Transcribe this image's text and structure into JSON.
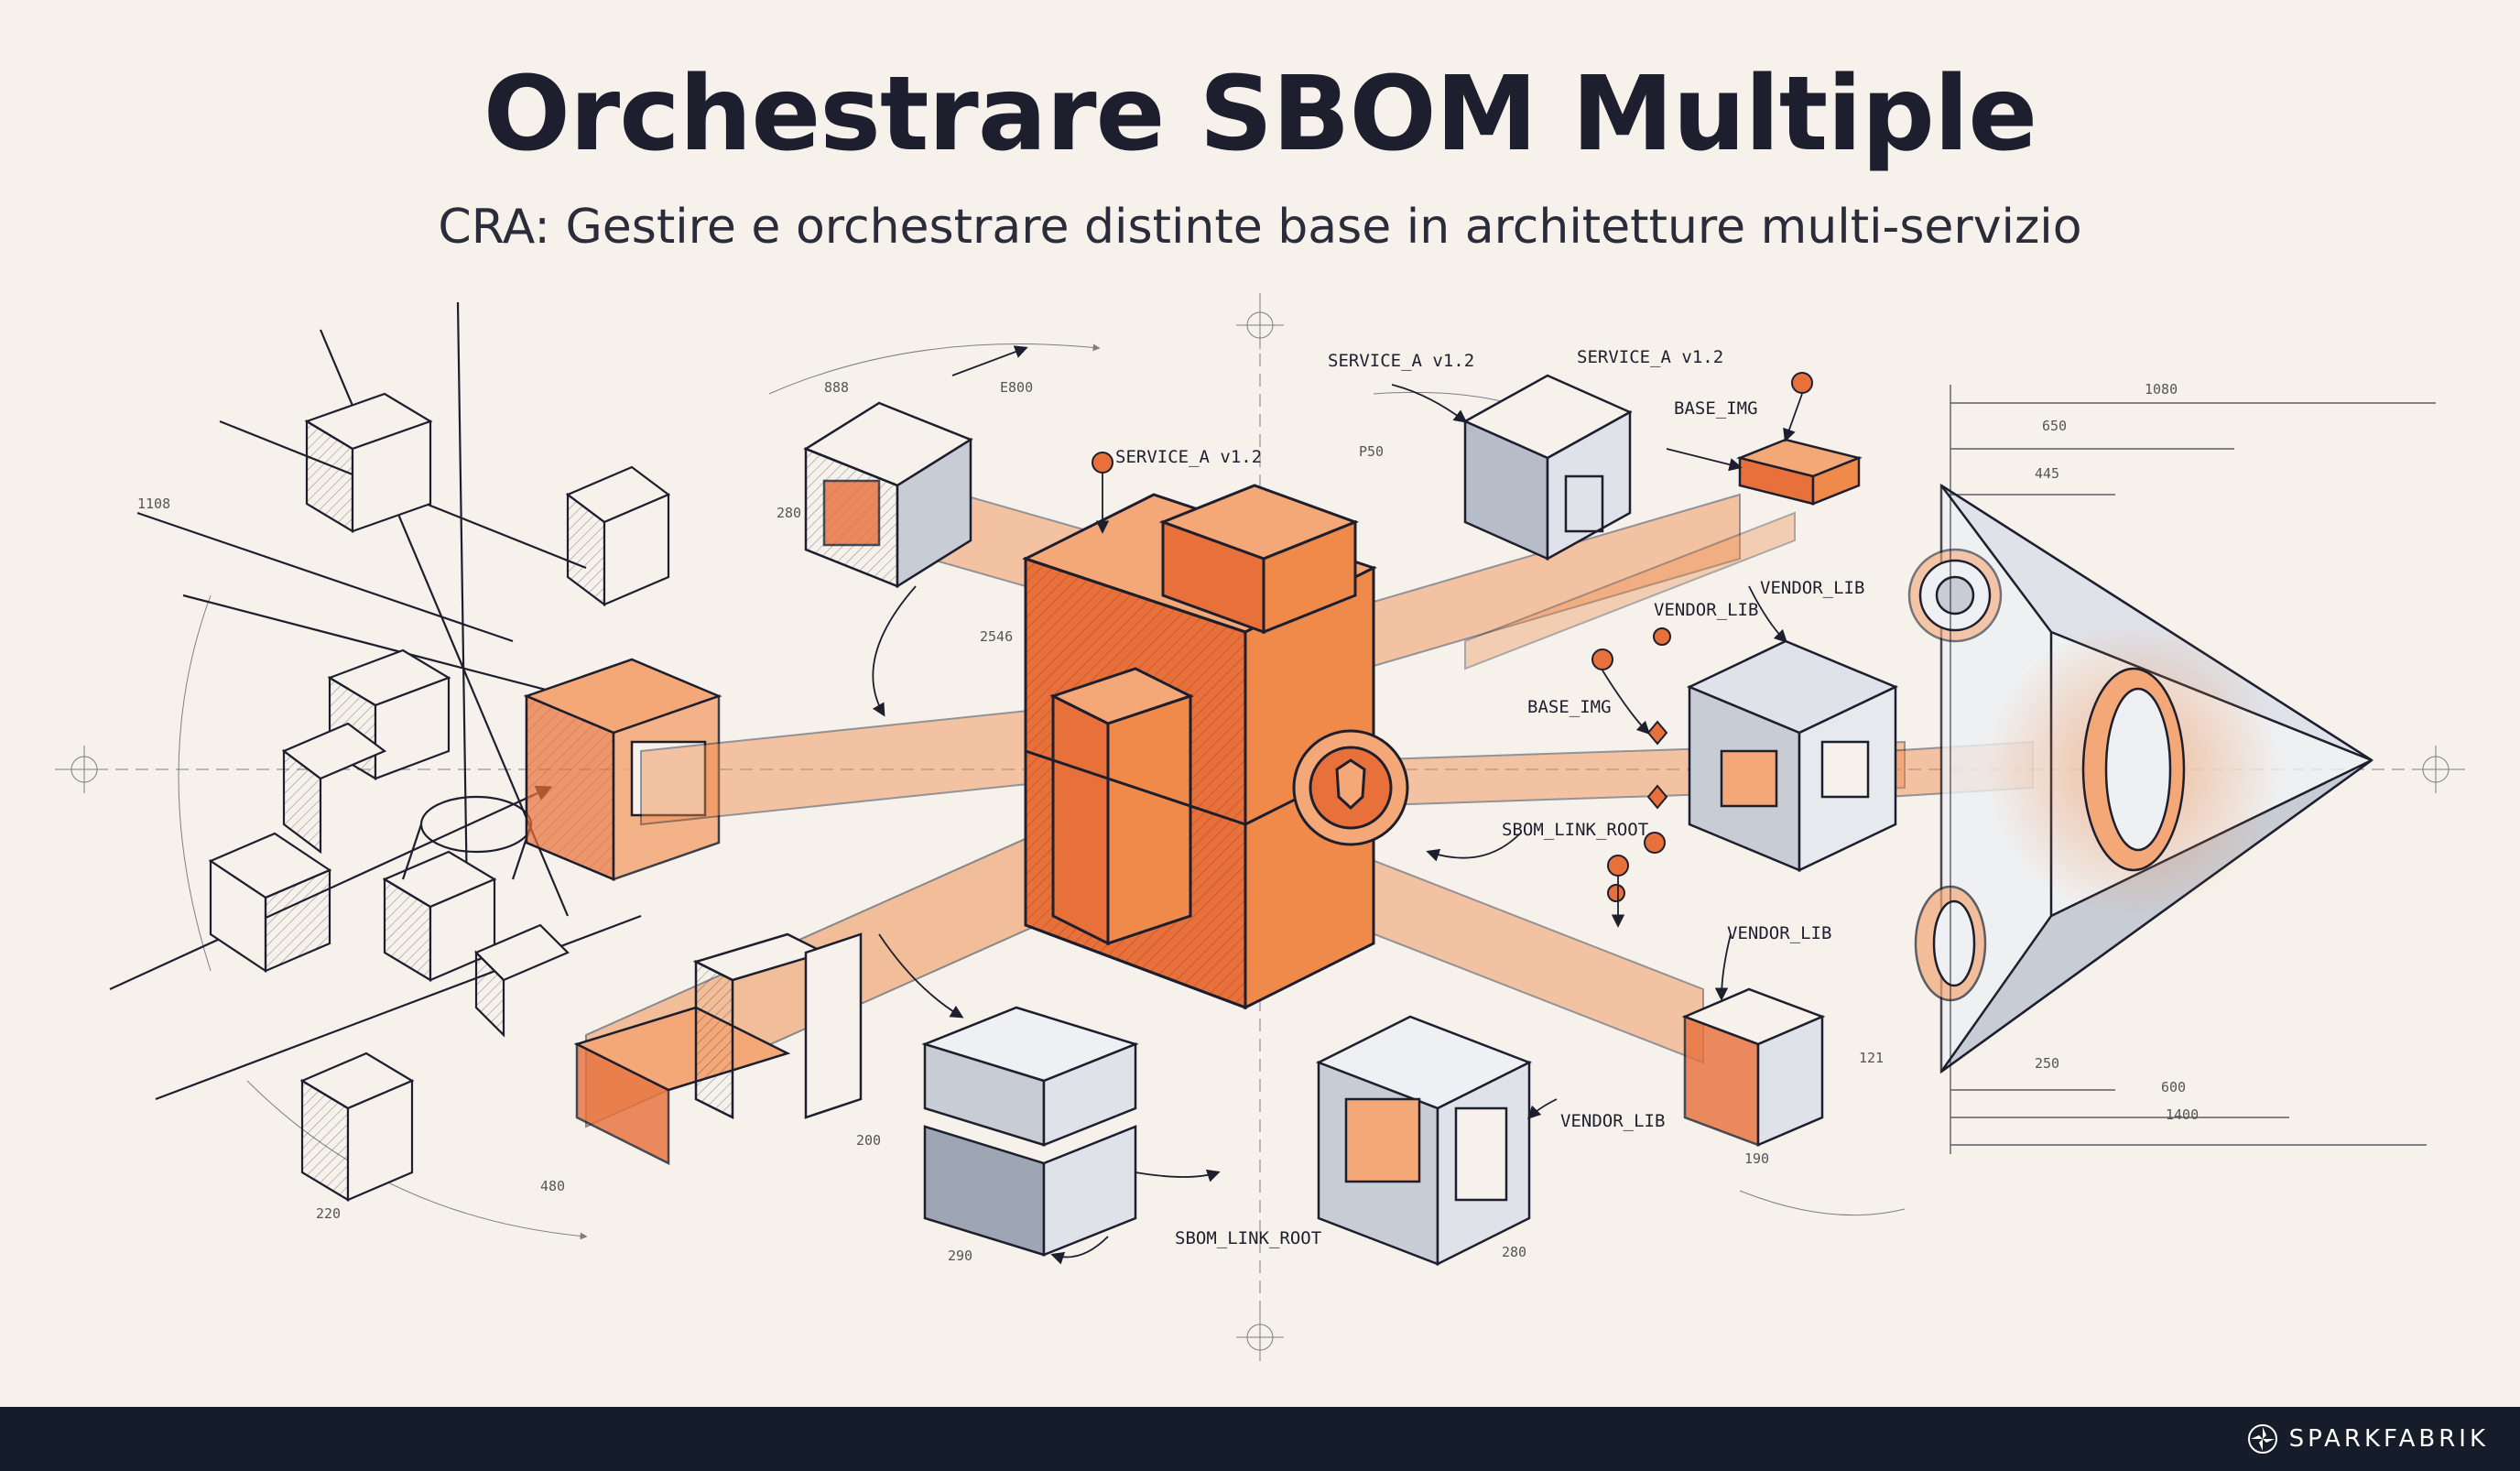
{
  "header": {
    "title": "Orchestrare SBOM Multiple",
    "subtitle": "CRA: Gestire e orchestrare distinte base in architetture multi-servizio"
  },
  "labels": {
    "service_a_top": "SERVICE_A v1.2",
    "service_a_top_right": "SERVICE_A v1.2",
    "service_a_mid": "SERVICE_A v1.2",
    "base_img_top": "BASE_IMG",
    "base_img_mid": "BASE_IMG",
    "vendor_lib_1": "VENDOR_LIB",
    "vendor_lib_2": "VENDOR_LIB",
    "vendor_lib_3": "VENDOR_LIB",
    "sbom_link_root_1": "SBOM_LINK_ROOT",
    "sbom_link_root_2": "SBOM_LINK_ROOT"
  },
  "dimensions": {
    "d1080": "1080",
    "d650": "650",
    "d445": "445",
    "d250": "250",
    "d600": "600",
    "d1400": "1400",
    "d888": "888",
    "d1800": "E800",
    "d280": "280",
    "d2546": "2546",
    "d1108": "1108",
    "d220": "220",
    "d480": "480",
    "d200": "200",
    "d290": "290",
    "d190": "190",
    "d121": "121",
    "d280b": "280",
    "p50": "P50"
  },
  "colors": {
    "background": "#f6f2eb",
    "ink": "#1d1f2e",
    "accent_orange": "#e8703a",
    "accent_orange_light": "#f4a878",
    "steel_grey": "#9ea6b4",
    "footer": "#141d29"
  },
  "footer": {
    "brand": "SPARKFABRIK",
    "logo_icon": "sparkfabrik-logo-icon"
  }
}
